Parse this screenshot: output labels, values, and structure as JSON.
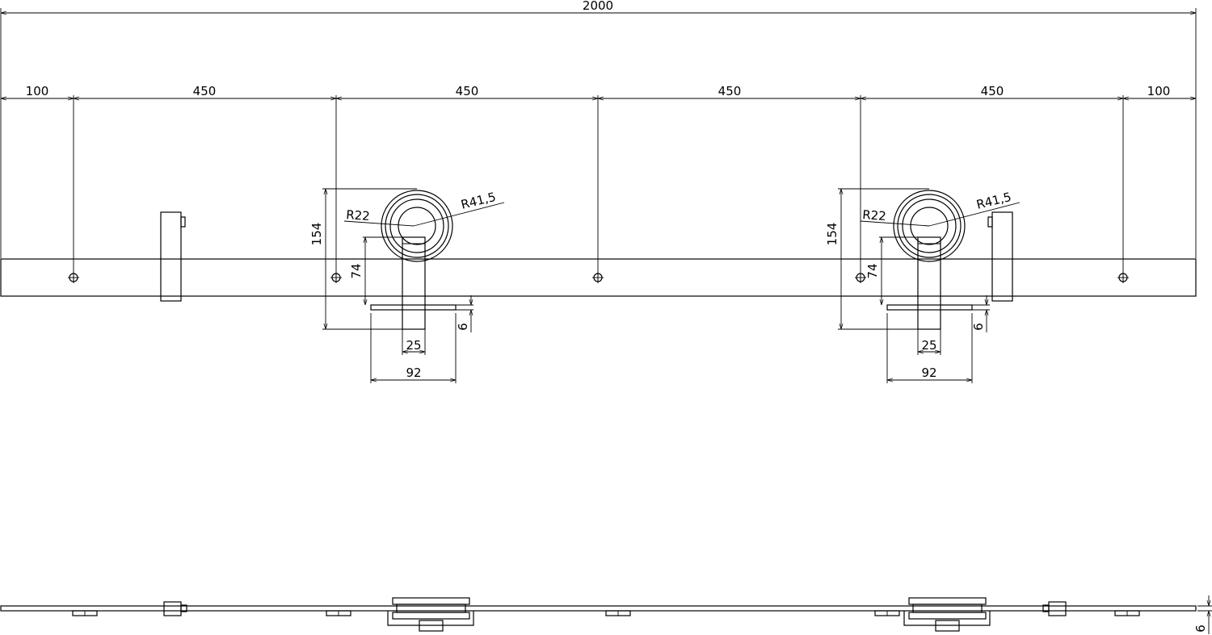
{
  "dimensions": {
    "overall": "2000",
    "spacing": [
      {
        "name": "dim-100-left",
        "label": "100"
      },
      {
        "name": "dim-450-1",
        "label": "450"
      },
      {
        "name": "dim-450-2",
        "label": "450"
      },
      {
        "name": "dim-450-3",
        "label": "450"
      },
      {
        "name": "dim-450-4",
        "label": "450"
      },
      {
        "name": "dim-100-right",
        "label": "100"
      }
    ],
    "roller_height": "154",
    "stem_height": "74",
    "stem_width": "25",
    "plate_width": "92",
    "plate_thickness": "6",
    "inner_radius": "R22",
    "outer_radius": "R41,5",
    "rail_thickness": "6"
  }
}
